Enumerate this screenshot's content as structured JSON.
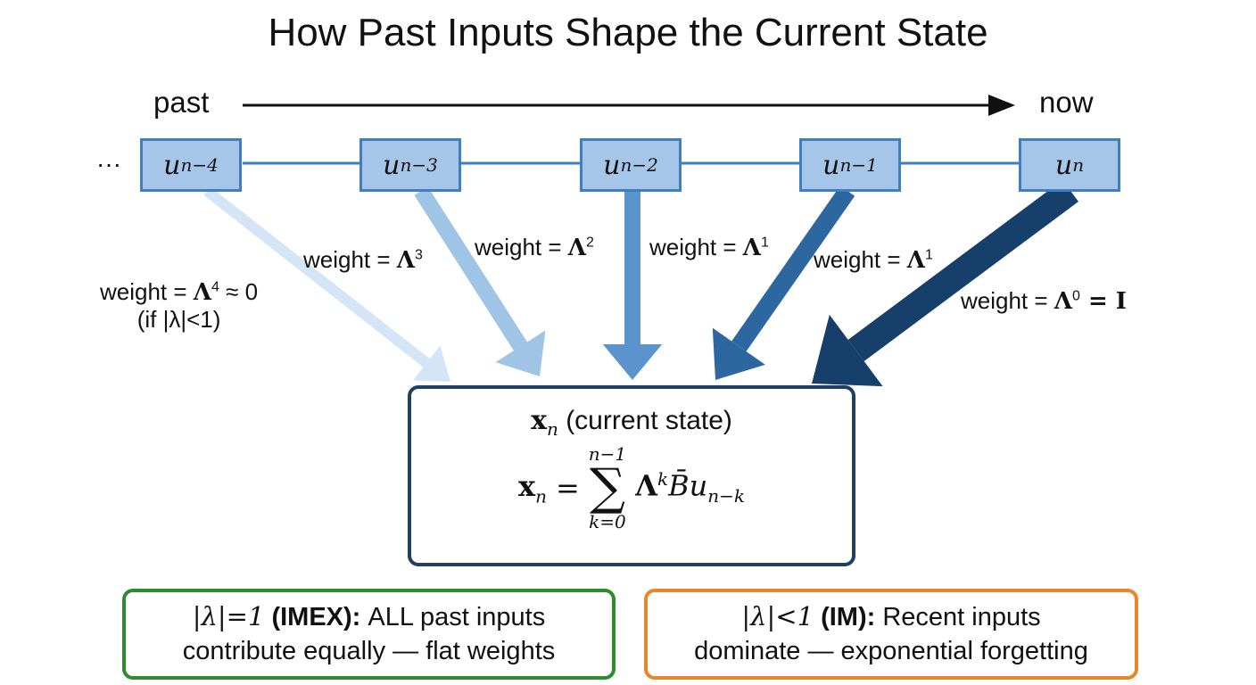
{
  "title": "How Past Inputs Shape the Current State",
  "timeline": {
    "past_label": "past",
    "now_label": "now",
    "ellipsis": "···"
  },
  "inputs": [
    {
      "base": "u",
      "sub": "n−4"
    },
    {
      "base": "u",
      "sub": "n−3"
    },
    {
      "base": "u",
      "sub": "n−2"
    },
    {
      "base": "u",
      "sub": "n−1"
    },
    {
      "base": "u",
      "sub": "n"
    }
  ],
  "weights": [
    {
      "prefix": "weight = ",
      "sym": "Λ",
      "exp": "4",
      "suffix": " ≈ 0",
      "note": "(if |λ|<1)"
    },
    {
      "prefix": "weight = ",
      "sym": "Λ",
      "exp": "3",
      "suffix": ""
    },
    {
      "prefix": "weight = ",
      "sym": "Λ",
      "exp": "2",
      "suffix": ""
    },
    {
      "prefix": "weight = ",
      "sym": "Λ",
      "exp": "1",
      "suffix": ""
    },
    {
      "prefix": "weight = ",
      "sym": "Λ",
      "exp": "1",
      "suffix": ""
    },
    {
      "prefix": "weight = ",
      "sym": "Λ",
      "exp": "0",
      "suffix": " = I"
    }
  ],
  "arrow_colors": [
    "#d4e5f5",
    "#9fc4e6",
    "#5b93cd",
    "#2d67a0",
    "#173f6b"
  ],
  "state": {
    "heading_sym": "x",
    "heading_sub": "n",
    "heading_text": " (current state)",
    "lhs": "x",
    "lhs_sub": "n",
    "eq": "=",
    "sum_top": "n−1",
    "sum_sym": "∑",
    "sum_bottom": "k=0",
    "rhs": "Λ",
    "rhs_exp": "k",
    "rhs_b": "B̄u",
    "rhs_sub": "n−k"
  },
  "notes": {
    "imex": {
      "cond": "|λ|=1",
      "tag": " (IMEX):",
      "line1": " ALL past inputs",
      "line2": "contribute equally — flat weights",
      "color": "#2e8b2e"
    },
    "im": {
      "cond": "|λ|<1",
      "tag": " (IM):",
      "line1": " Recent inputs",
      "line2": "dominate — exponential forgetting",
      "color": "#e8862a"
    }
  }
}
